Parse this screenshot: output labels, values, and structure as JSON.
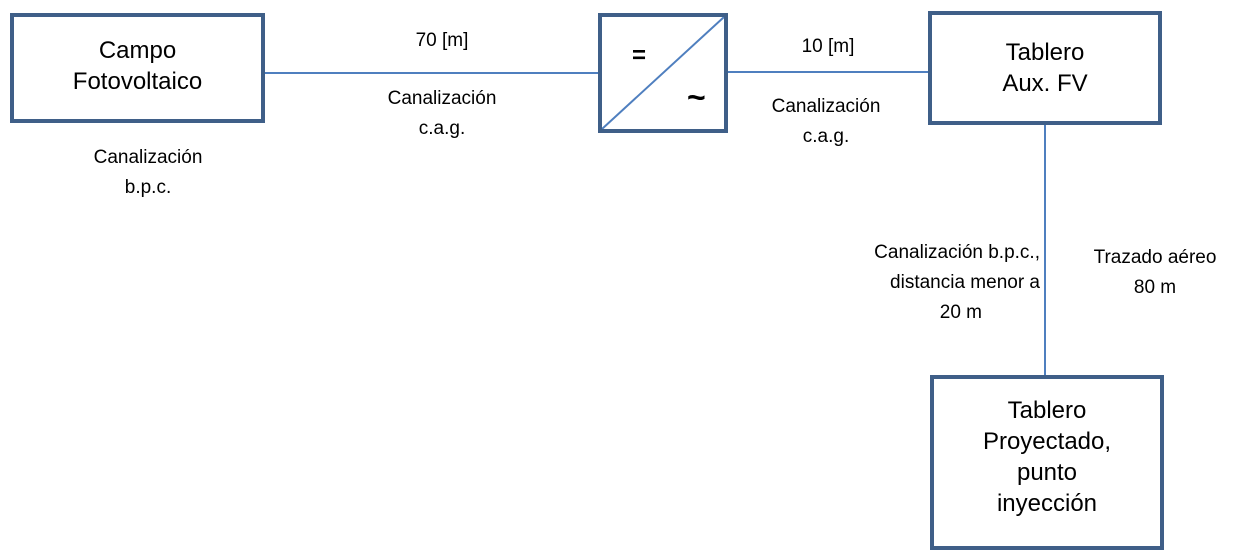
{
  "nodes": {
    "campo": {
      "line1": "Campo",
      "line2": "Fotovoltaico"
    },
    "inverter": {
      "dc_symbol": "=",
      "ac_symbol": "~"
    },
    "tablero_aux": {
      "line1": "Tablero",
      "line2": "Aux. FV"
    },
    "tablero_proy": {
      "line1": "Tablero",
      "line2": "Proyectado,",
      "line3": "punto",
      "line4": "inyección"
    }
  },
  "labels": {
    "campo_canal": {
      "line1": "Canalización",
      "line2": "b.p.c."
    },
    "link1_distance": "70 [m]",
    "link1_canal": {
      "line1": "Canalización",
      "line2": "c.a.g."
    },
    "link2_distance": "10 [m]",
    "link2_canal": {
      "line1": "Canalización",
      "line2": "c.a.g."
    },
    "vertical_canal": {
      "line1": "Canalización b.p.c.,",
      "line2": "distancia  menor a",
      "line3": "20 m"
    },
    "vertical_aereo": {
      "line1": "Trazado aéreo",
      "line2": "80 m"
    }
  }
}
